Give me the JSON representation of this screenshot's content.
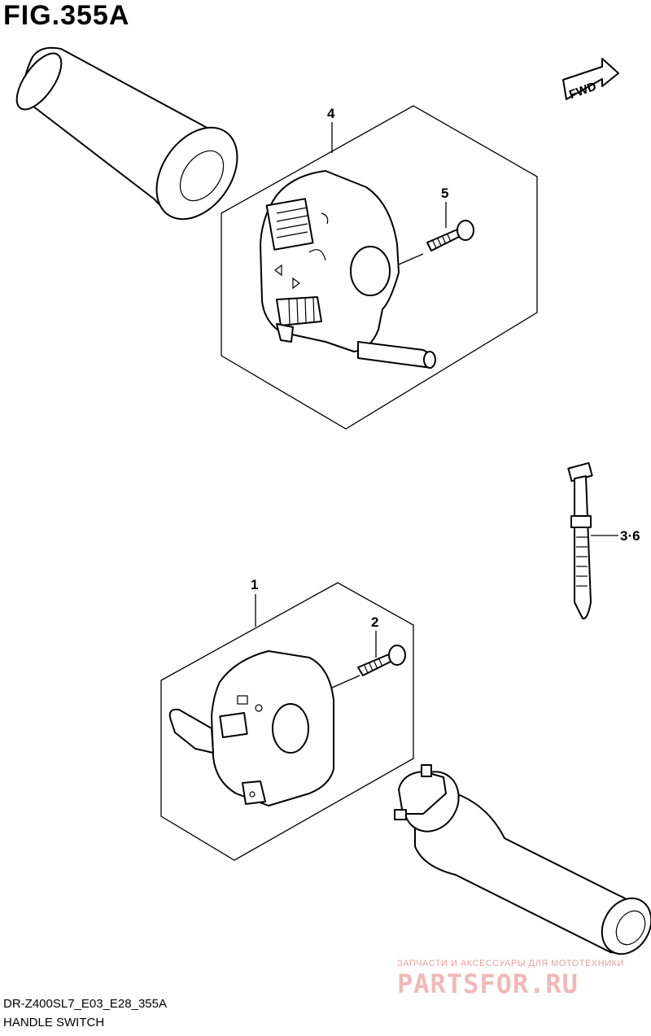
{
  "figure": {
    "title": "FIG.355A",
    "fwd_label": "FWD"
  },
  "callouts": {
    "part_4": "4",
    "part_5": "5",
    "part_3_6": "3·6",
    "part_1": "1",
    "part_2": "2"
  },
  "footer": {
    "model_code": "DR-Z400SL7_E03_E28_355A",
    "section_name": "HANDLE SWITCH"
  },
  "watermark": {
    "tagline": "ЗАПЧАСТИ И АКСЕССУАРЫ ДЛЯ МОТОТЕХНИКИ",
    "logo": "PARTSFOR.RU"
  }
}
